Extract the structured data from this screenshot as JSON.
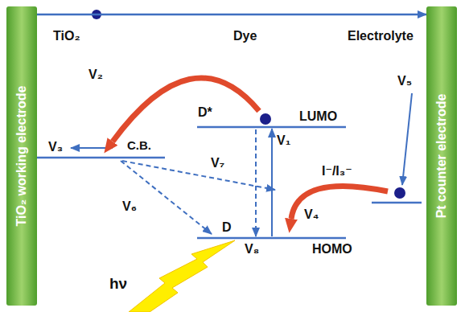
{
  "diagram": {
    "nodes": [
      {
        "text": [
          "TiO₂ working electrode"
        ]
      },
      {
        "text": [
          "Pt counter electrode"
        ]
      }
    ],
    "edges": [
      {
        "from": 0,
        "to": 1,
        "arrow": "to"
      }
    ],
    "labels": [
      "TiO₂",
      "Dye",
      "Electrolyte",
      "V₂",
      "V₅",
      "D*",
      "LUMO",
      "V₁",
      "V₃",
      "C.B.",
      "V₇",
      "I⁻/I₃⁻",
      "V₆",
      "V₄",
      "D",
      "V₈",
      "HOMO",
      "hν"
    ]
  }
}
